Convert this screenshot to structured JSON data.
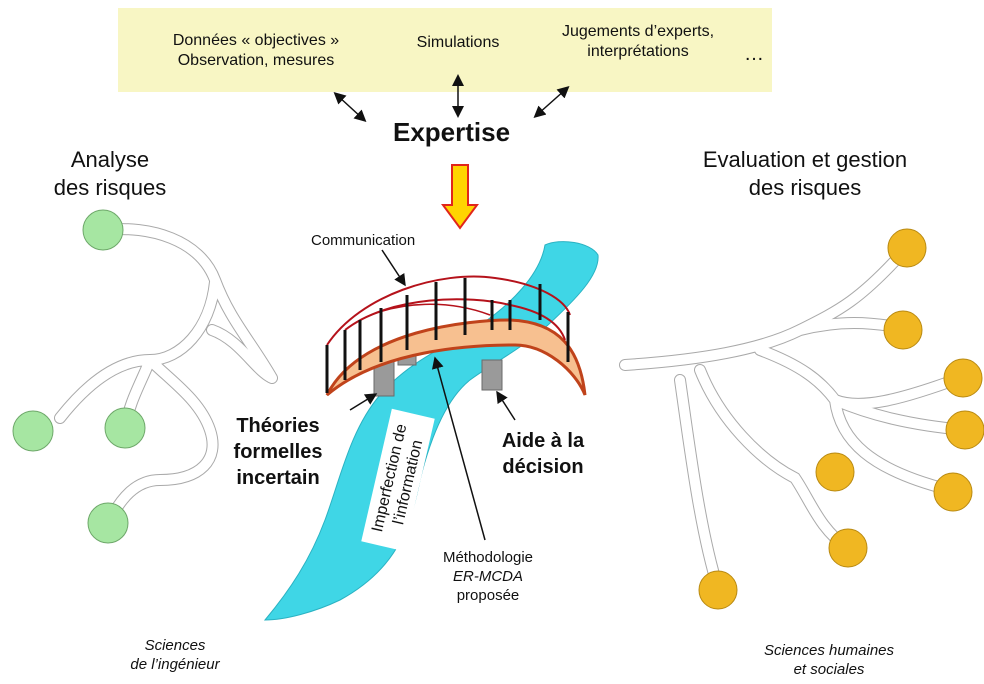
{
  "sources": {
    "objective_line1": "Données « objectives »",
    "objective_line2": "Observation, mesures",
    "simulations": "Simulations",
    "experts_line1": "Jugements d’experts,",
    "experts_line2": "interprétations",
    "ellipsis": "…"
  },
  "expertise": "Expertise",
  "left_panel": {
    "title_line1": "Analyse",
    "title_line2": "des risques",
    "footer_line1": "Sciences",
    "footer_line2": "de l’ingénieur"
  },
  "right_panel": {
    "title_line1": "Evaluation et gestion",
    "title_line2": "des risques",
    "footer_line1": "Sciences humaines",
    "footer_line2": "et sociales"
  },
  "bridge": {
    "communication": "Communication",
    "left_support_line1": "Théories",
    "left_support_line2": "formelles",
    "left_support_line3": "incertain",
    "right_support_line1": "Aide à la",
    "right_support_line2": "décision",
    "river_line1": "Imperfection de",
    "river_line2": "l’information",
    "method_line1": "Méthodologie",
    "method_line2": "ER-MCDA",
    "method_line3": "proposée"
  },
  "colors": {
    "sources_box": "#f8f6c4",
    "left_nodes": "#a6e6a2",
    "right_nodes": "#f0b722",
    "river": "#3fd6e6",
    "bridge_deck": "#f7c090",
    "bridge_rail": "#b5121b",
    "arrow_fill": "#ffd400",
    "arrow_stroke": "#e1251b"
  }
}
